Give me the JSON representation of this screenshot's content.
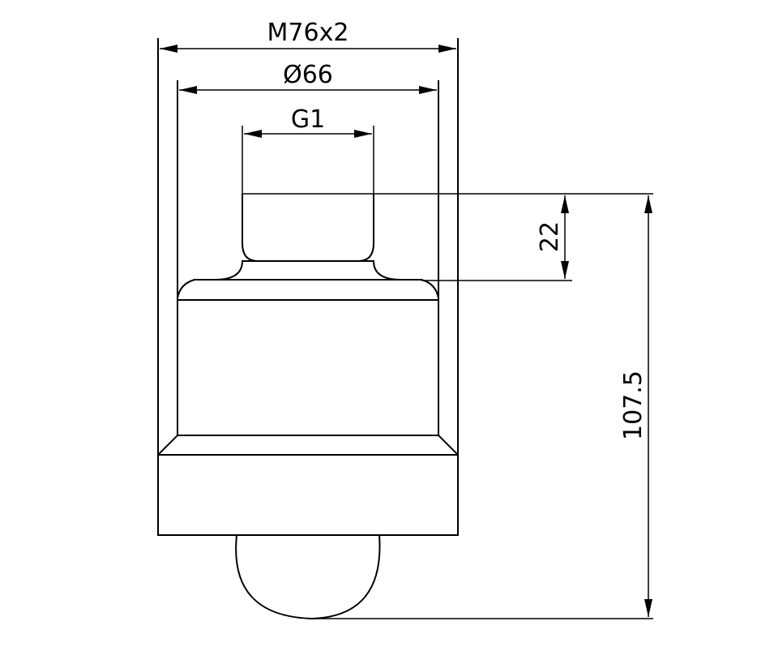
{
  "dimensions": {
    "thread": "M76x2",
    "diameter": "Ø66",
    "port_thread": "G1",
    "port_length": "22",
    "overall_height": "107.5"
  },
  "colors": {
    "line": "#000000",
    "background": "#ffffff"
  }
}
